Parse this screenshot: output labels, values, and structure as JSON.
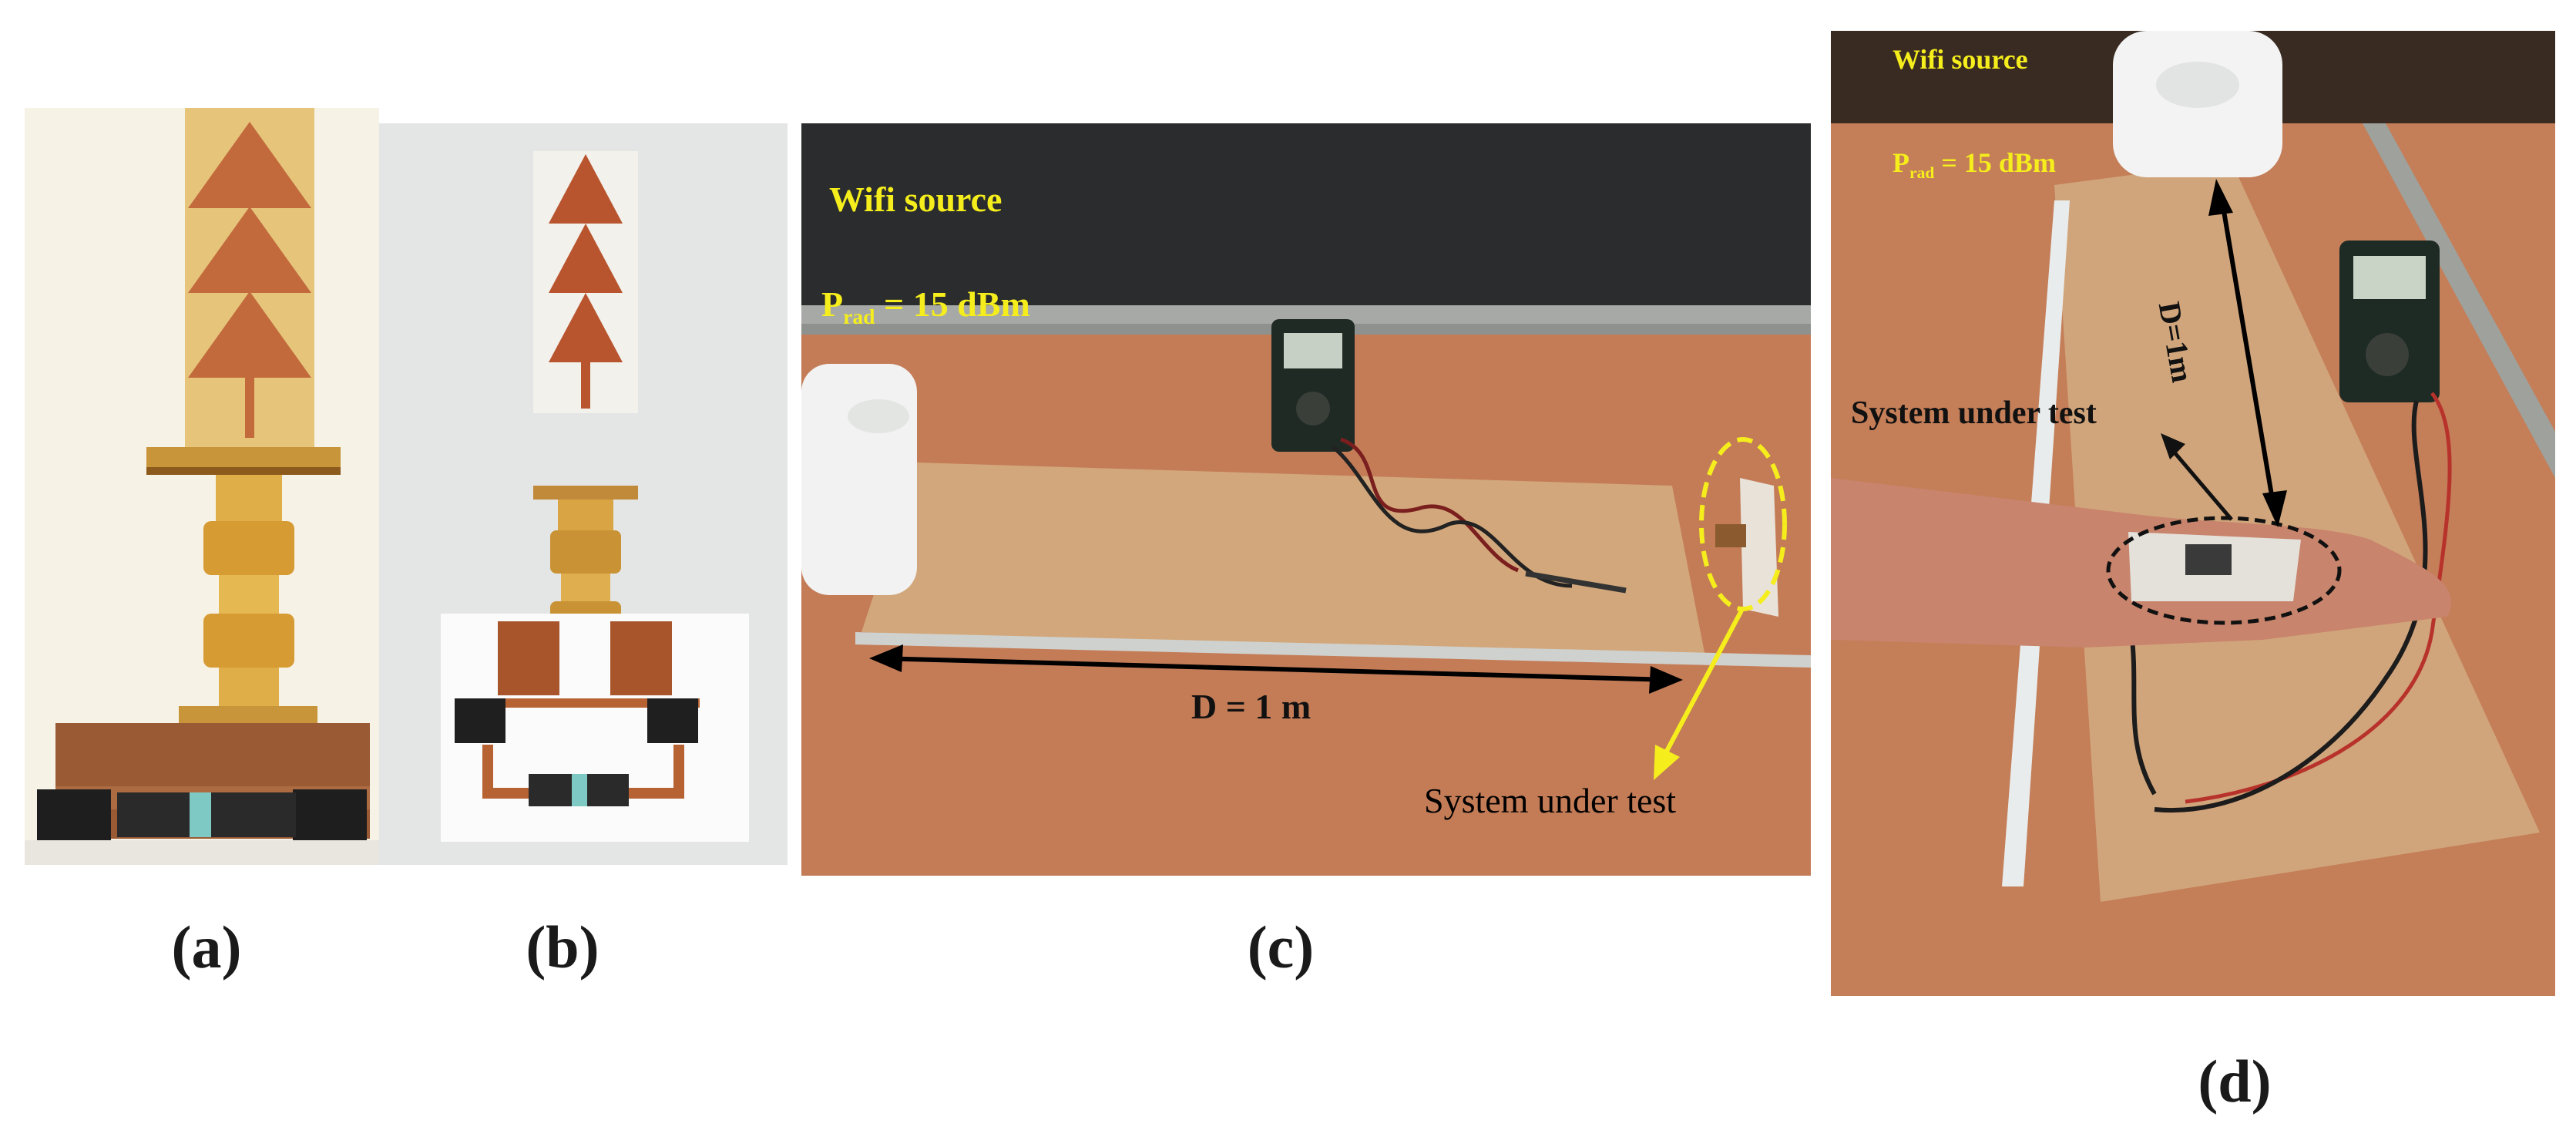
{
  "captions": {
    "a": "(a)",
    "b": "(b)",
    "c": "(c)",
    "d": "(d)"
  },
  "panel_c": {
    "source_label": "Wifi source",
    "power_symbol": "P",
    "power_sub": "rad",
    "power_value": "= 15 dBm",
    "distance_label": "D = 1 m",
    "system_label": "System under test"
  },
  "panel_d": {
    "source_label": "Wifi source",
    "power_symbol": "P",
    "power_sub": "rad",
    "power_value": "= 15 dBm",
    "distance_label": "D=1m",
    "system_label": "System under test"
  },
  "colors": {
    "annotation_yellow": "#f5ee1c",
    "copper": "#c0693f",
    "brass": "#d9a53a",
    "desk": "#c97f5a",
    "board": "#d2a77a"
  }
}
